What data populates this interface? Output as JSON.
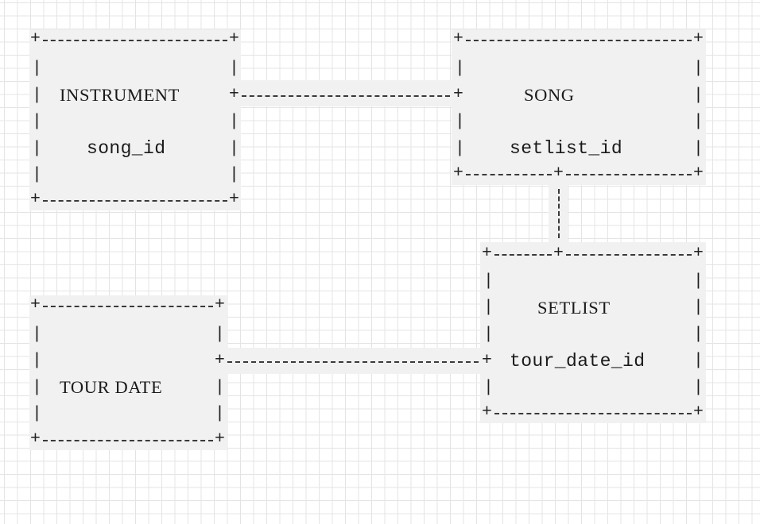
{
  "entities": {
    "instrument": {
      "name": "INSTRUMENT",
      "field": "song_id"
    },
    "song": {
      "name": "SONG",
      "field": "setlist_id"
    },
    "setlist": {
      "name": "SETLIST",
      "field": "tour_date_id"
    },
    "tour_date": {
      "name": "TOUR DATE"
    }
  },
  "art": {
    "corner": "+",
    "side": "|"
  }
}
